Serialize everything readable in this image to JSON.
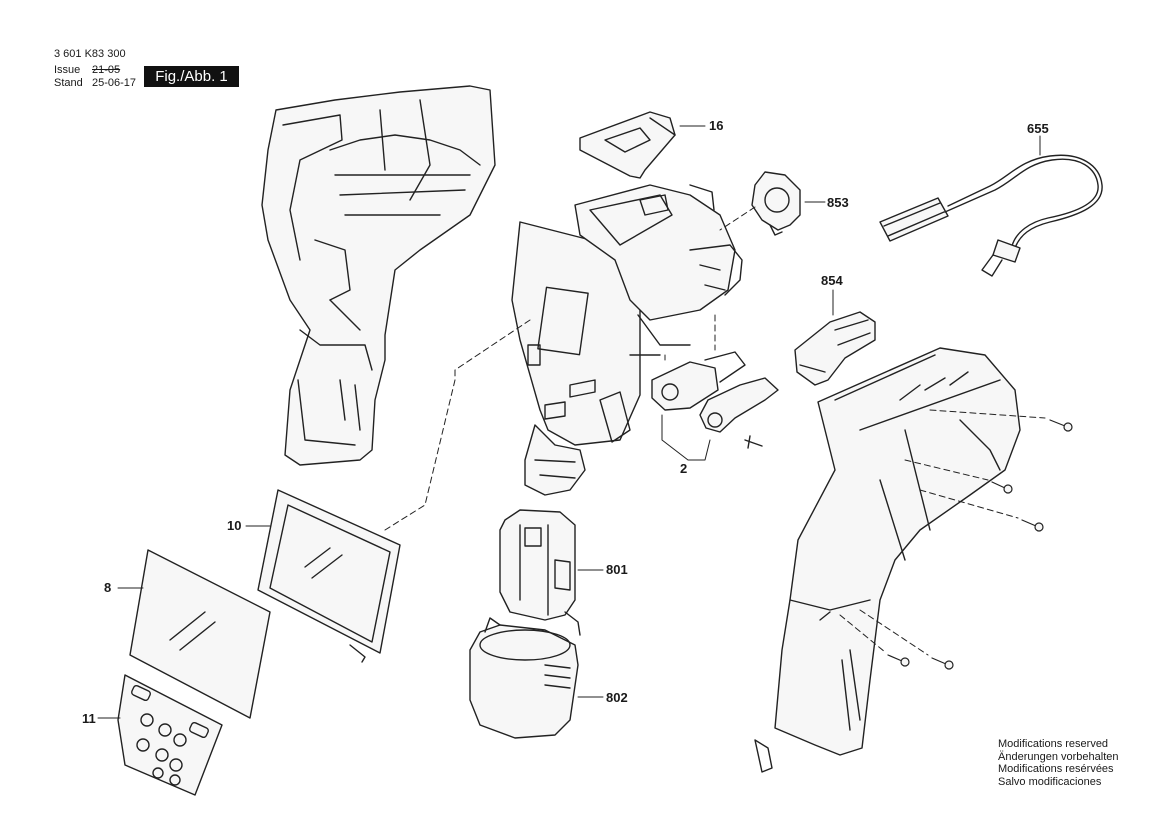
{
  "header": {
    "doc_number": "3 601 K83 300",
    "issue_label": "Issue",
    "issue_value": "21-05",
    "stand_label": "Stand",
    "stand_value": "25-06-17",
    "figure_label": "Fig./Abb. 1"
  },
  "callouts": {
    "p16": "16",
    "p655": "655",
    "p853": "853",
    "p854": "854",
    "p2": "2",
    "p10": "10",
    "p8": "8",
    "p801": "801",
    "p802": "802",
    "p11": "11"
  },
  "notes": [
    "Modifications reserved",
    "Änderungen vorbehalten",
    "Modifications resérvées",
    "Salvo modificaciones"
  ]
}
